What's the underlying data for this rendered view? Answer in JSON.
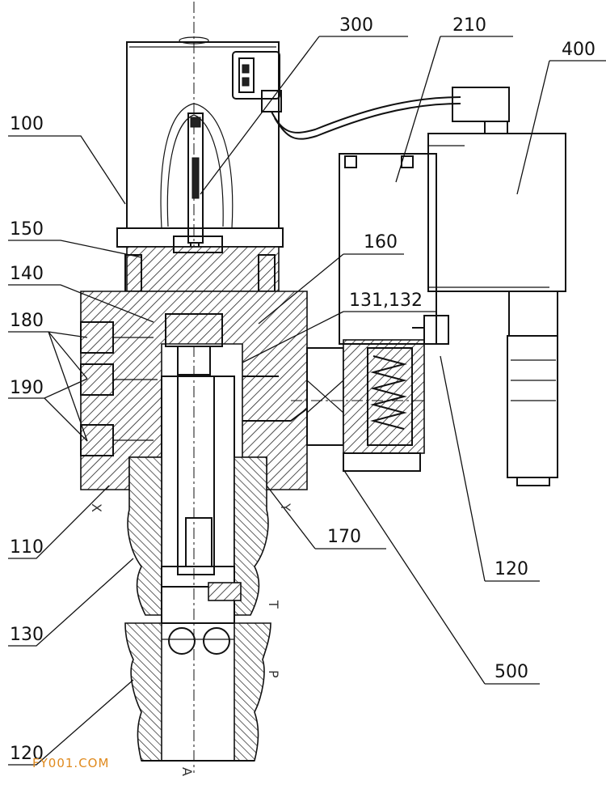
{
  "drawing": {
    "labels": {
      "l100": "100",
      "l150": "150",
      "l140": "140",
      "l180": "180",
      "l190": "190",
      "l110": "110",
      "l130": "130",
      "l120a": "120",
      "l300": "300",
      "l210": "210",
      "l400": "400",
      "l160": "160",
      "l131": "131,132",
      "l170": "170",
      "l120b": "120",
      "l500": "500"
    },
    "ports": {
      "x_left": "X",
      "y_right": "Y",
      "t": "T",
      "p": "P",
      "a": "A"
    },
    "watermark": "FY001.COM",
    "colors": {
      "line": "#111111",
      "watermark": "#e08a1e"
    }
  }
}
